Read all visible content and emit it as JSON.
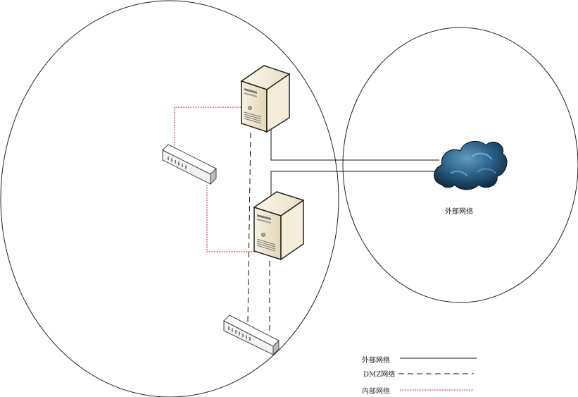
{
  "diagram": {
    "cloud_label": "外部网络",
    "legend": [
      {
        "label": "外部网络",
        "style": "solid",
        "color": "#000000"
      },
      {
        "label": "DMZ网络",
        "style": "dashed",
        "color": "#000000"
      },
      {
        "label": "内部网络",
        "style": "dotted",
        "color": "#cc2222"
      }
    ],
    "nodes": [
      {
        "name": "server-top",
        "icon": "server-icon"
      },
      {
        "name": "server-bottom",
        "icon": "server-icon"
      },
      {
        "name": "switch-internal",
        "icon": "switch-icon"
      },
      {
        "name": "switch-dmz",
        "icon": "switch-icon"
      },
      {
        "name": "internet-cloud",
        "icon": "cloud-icon"
      }
    ],
    "colors": {
      "internal_link": "#cc2222",
      "cloud_fill": "#1f4f73",
      "server_body": "#efe7d2"
    }
  }
}
